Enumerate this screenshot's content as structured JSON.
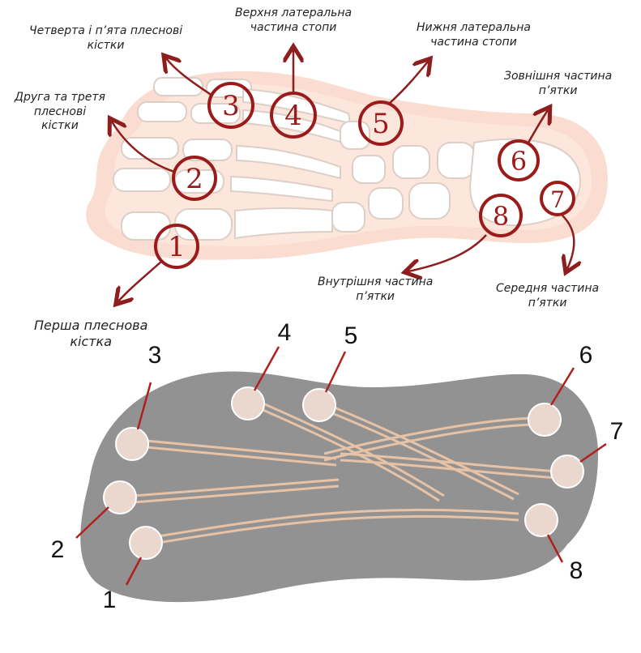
{
  "colors": {
    "foot_outline": "#f6c8b8",
    "foot_fill": "#fbe3d8",
    "bone_fill": "#ffffff",
    "bone_stroke": "#d9cfc8",
    "marker_red": "#9b1b1b",
    "arrow_red": "#8e1d1d",
    "insole_gray": "#8f8f8f",
    "band_color": "#e8c6ad",
    "pad_fill": "#ead7cd",
    "leader_red": "#b0201f"
  },
  "foot_markers": [
    {
      "id": "1",
      "text": "1"
    },
    {
      "id": "2",
      "text": "2"
    },
    {
      "id": "3",
      "text": "3"
    },
    {
      "id": "4",
      "text": "4"
    },
    {
      "id": "5",
      "text": "5"
    },
    {
      "id": "6",
      "text": "6"
    },
    {
      "id": "7",
      "text": "7"
    },
    {
      "id": "8",
      "text": "8"
    }
  ],
  "foot_labels": {
    "l34": [
      "Четверта і п’ята плеснові",
      "кістки"
    ],
    "l4": [
      "Верхня латеральна",
      "частина стопи"
    ],
    "l5": [
      "Нижня латеральна",
      "частина стопи"
    ],
    "l23": [
      "Друга та третя",
      "плеснові",
      "кістки"
    ],
    "l6": [
      "Зовнішня частина",
      "п’ятки"
    ],
    "l8": [
      "Внутрішня частина",
      "п’ятки"
    ],
    "l7": [
      "Середня частина",
      "п’ятки"
    ],
    "l1": [
      "Перша плеснова",
      "кістка"
    ]
  },
  "insole_numbers": [
    "1",
    "2",
    "3",
    "4",
    "5",
    "6",
    "7",
    "8"
  ]
}
